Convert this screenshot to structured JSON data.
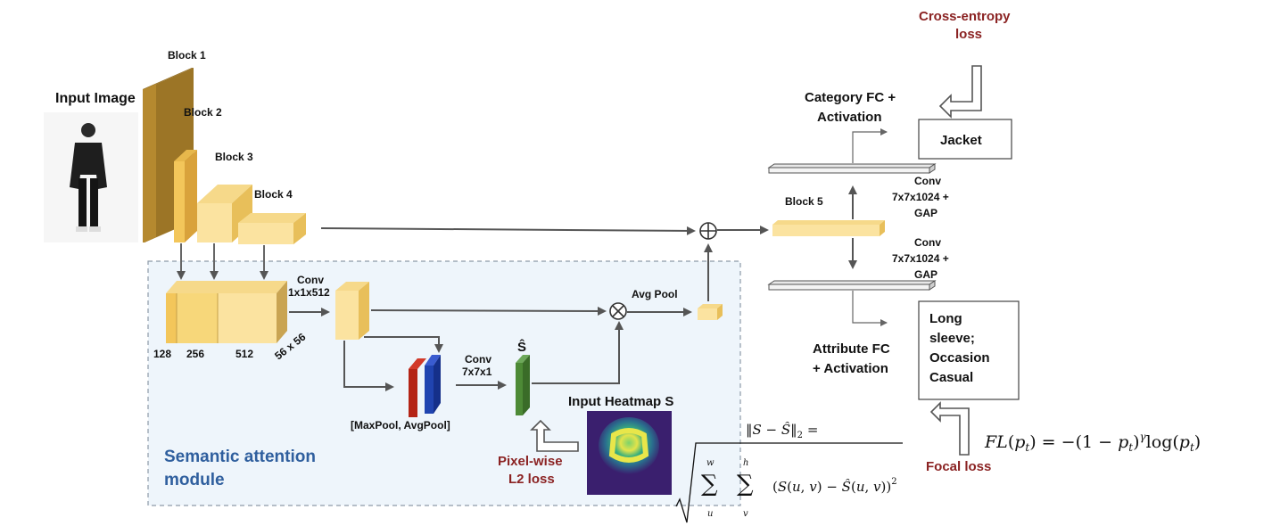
{
  "labels": {
    "input_image": "Input Image",
    "block1": "Block 1",
    "block2": "Block 2",
    "block3": "Block 3",
    "block4": "Block 4",
    "block5": "Block 5",
    "conv_1x1_line1": "Conv",
    "conv_1x1_line2": "1x1x512",
    "ch_128": "128",
    "ch_256": "256",
    "ch_512": "512",
    "spatial": "56 x 56",
    "conv_7x7_line1": "Conv",
    "conv_7x7_line2": "7x7x1",
    "s_hat": "Ŝ",
    "maxpool_avgpool": "[MaxPool, AvgPool]",
    "avg_pool": "Avg Pool",
    "input_heatmap": "Input Heatmap S",
    "semantic_line1": "Semantic attention",
    "semantic_line2": "module",
    "pixel_l2_line1": "Pixel-wise",
    "pixel_l2_line2": "L2 loss",
    "conv_top_line1": "Conv",
    "conv_top_line2": "7x7x1024 +",
    "conv_top_line3": "GAP",
    "conv_bot_line1": "Conv",
    "conv_bot_line2": "7x7x1024 +",
    "conv_bot_line3": "GAP",
    "category_fc_line1": "Category FC +",
    "category_fc_line2": "Activation",
    "attribute_fc_line1": "Attribute FC",
    "attribute_fc_line2": "+ Activation",
    "cross_entropy_line1": "Cross-entropy",
    "cross_entropy_line2": "loss",
    "focal_loss": "Focal loss",
    "jacket": "Jacket",
    "attr_line1": "Long",
    "attr_line2": "sleeve;",
    "attr_line3": "Occasion",
    "attr_line4": "Casual"
  },
  "colors": {
    "block1": "#b5892f",
    "block_light": "#fbe3a0",
    "block_mid": "#f3c65a",
    "module_bg": "#eef5fb",
    "module_border": "#8d9aa8",
    "maxpool": "#b42416",
    "avgpool": "#2044b0",
    "s_hat_map": "#4d8a36",
    "loss_text": "#8b2323",
    "module_text": "#2f5f9e"
  },
  "icons": [
    "person-photo",
    "heatmap-image",
    "plus-circle-icon",
    "times-circle-icon",
    "hollow-arrow-icon"
  ]
}
